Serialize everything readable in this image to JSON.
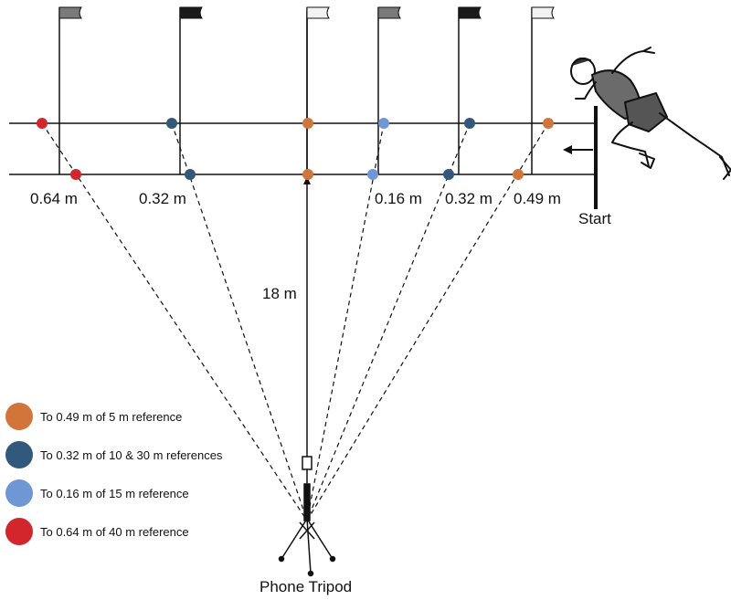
{
  "colors": {
    "orange": "#d2753a",
    "dark_blue": "#33587d",
    "light_blue": "#6f97d6",
    "red": "#d2262c",
    "line": "#111111",
    "flag_grey": "#7a7a7a",
    "flag_black": "#1a1a1a",
    "flag_white": "#f2f2f2"
  },
  "labels": {
    "start": "Start",
    "distance": "18 m",
    "tripod": "Phone Tripod",
    "offset_left_1": "0.64 m",
    "offset_left_2": "0.32 m",
    "offset_right_1": "0.16 m",
    "offset_right_2": "0.32 m",
    "offset_right_3": "0.49 m"
  },
  "legend": [
    {
      "color": "orange",
      "text": "To 0.49 m of 5 m reference"
    },
    {
      "color": "dark_blue",
      "text": "To 0.32 m of 10 & 30 m references"
    },
    {
      "color": "light_blue",
      "text": "To 0.16 m of 15 m reference"
    },
    {
      "color": "red",
      "text": "To 0.64 m of 40 m reference"
    }
  ],
  "flags": [
    "grey",
    "black",
    "white",
    "grey",
    "black",
    "white"
  ],
  "markers": [
    {
      "color": "red"
    },
    {
      "color": "dark_blue"
    },
    {
      "color": "orange"
    },
    {
      "color": "light_blue"
    },
    {
      "color": "dark_blue"
    },
    {
      "color": "orange"
    }
  ],
  "icons": {
    "runner": "sprinter-icon",
    "tripod": "tripod-icon",
    "arrow": "direction-arrow-icon"
  }
}
